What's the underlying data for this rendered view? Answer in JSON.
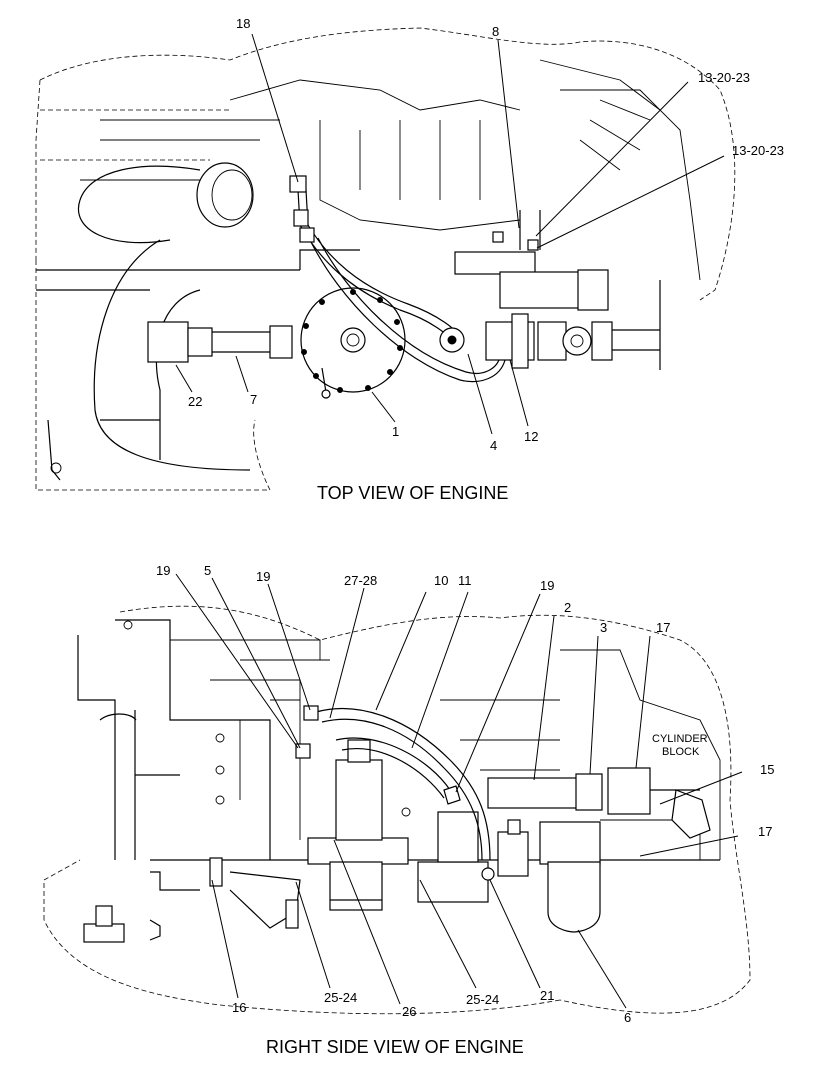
{
  "top_view": {
    "caption": "TOP VIEW OF ENGINE",
    "callouts": [
      "18",
      "8",
      "13-20-23",
      "13-20-23",
      "22",
      "7",
      "1",
      "4",
      "12"
    ]
  },
  "side_view": {
    "caption": "RIGHT SIDE VIEW OF ENGINE",
    "block_label_line1": "CYLINDER",
    "block_label_line2": "BLOCK",
    "callouts": [
      "19",
      "5",
      "19",
      "27-28",
      "10",
      "11",
      "19",
      "2",
      "3",
      "17",
      "15",
      "17",
      "16",
      "25-24",
      "26",
      "25-24",
      "21",
      "6"
    ]
  }
}
